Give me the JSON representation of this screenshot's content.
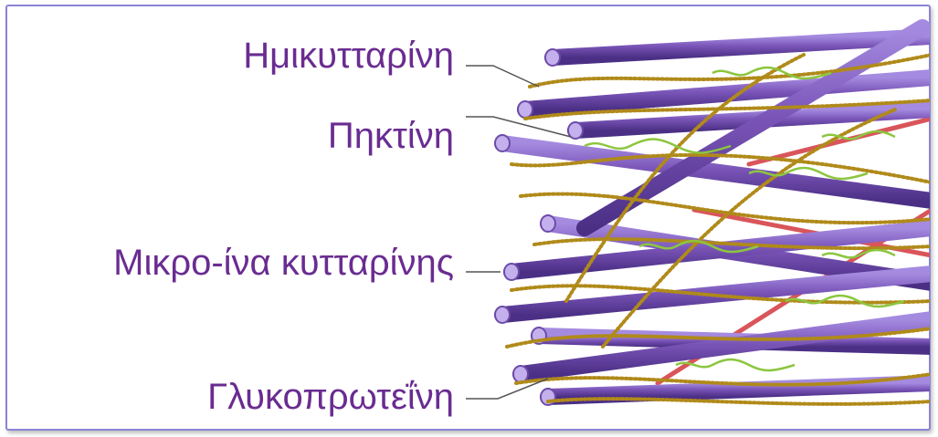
{
  "labels": {
    "hemicellulose": "Ημικυτταρίνη",
    "pectin": "Πηκτίνη",
    "cellulose_microfibril": "Μικρο-ίνα κυτταρίνης",
    "glycoprotein": "Γλυκοπρωτεΐνη"
  },
  "colors": {
    "frame_border": "#8b84d6",
    "label_text": "#6a2c91",
    "microfibril": "#7a55b8",
    "hemicellulose_strand": "#b08a1a",
    "pectin_strand": "#8cc63f",
    "glycoprotein_strand": "#d9555a",
    "leader_line": "#555555"
  }
}
